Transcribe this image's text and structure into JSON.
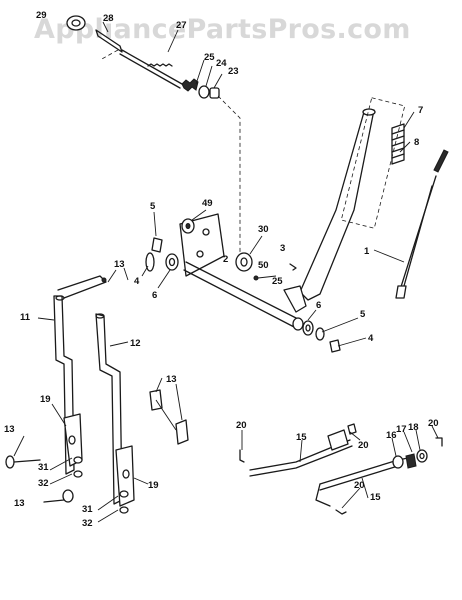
{
  "watermark": "AppliancePartsPros.com",
  "callouts": {
    "c29": "29",
    "c28": "28",
    "c27": "27",
    "c25a": "25",
    "c24": "24",
    "c23": "23",
    "c7": "7",
    "c8": "8",
    "c1": "1",
    "c5a": "5",
    "c49": "49",
    "c30": "30",
    "c3": "3",
    "c2": "2",
    "c50": "50",
    "c25b": "25",
    "c4a": "4",
    "c6a": "6",
    "c6b": "6",
    "c5b": "5",
    "c4b": "4",
    "c13a": "13",
    "c11": "11",
    "c12": "12",
    "c13b": "13",
    "c19a": "19",
    "c13c": "13",
    "c31a": "31",
    "c32a": "32",
    "c19b": "19",
    "c13d": "13",
    "c31b": "31",
    "c32b": "32",
    "c20a": "20",
    "c15a": "15",
    "c20b": "20",
    "c16": "16",
    "c17": "17",
    "c18": "18",
    "c20c": "20",
    "c20d": "20",
    "c15b": "15"
  }
}
